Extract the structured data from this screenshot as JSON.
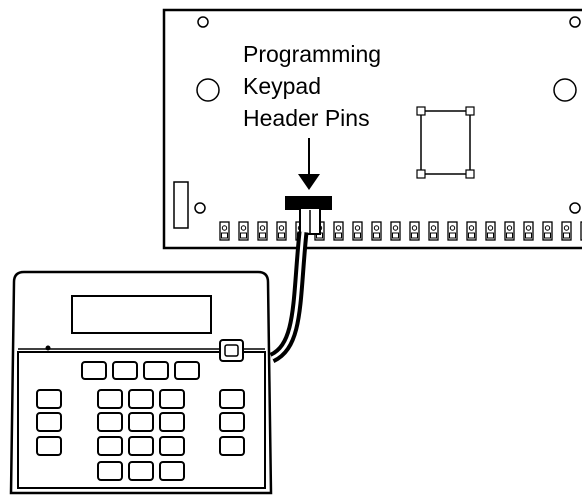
{
  "diagram": {
    "labels": {
      "line1": "Programming",
      "line2": "Keypad",
      "line3": "Header Pins"
    },
    "colors": {
      "stroke": "#000000",
      "background": "#ffffff"
    }
  }
}
